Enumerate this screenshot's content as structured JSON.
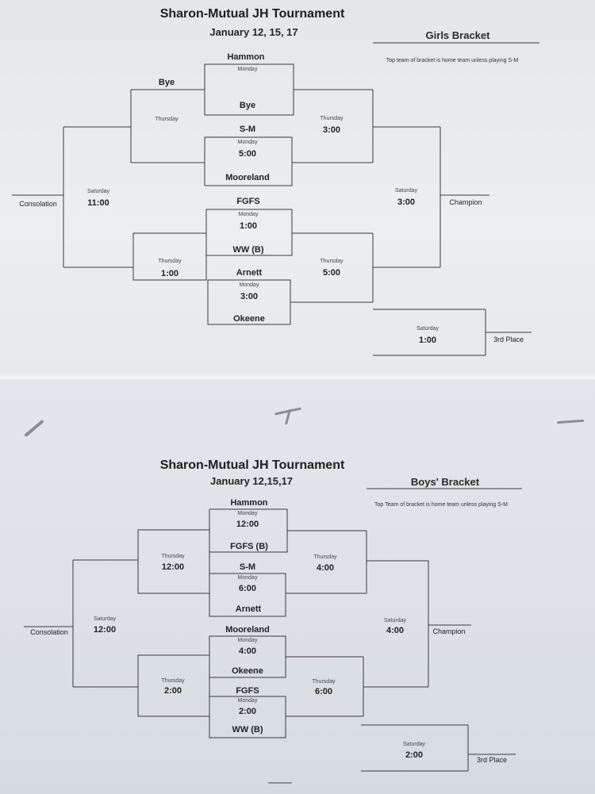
{
  "girls": {
    "title": "Sharon-Mutual JH Tournament",
    "dates": "January 12, 15, 17",
    "bracket_name": "Girls Bracket",
    "note": "Top team of bracket is home team unless playing S-M",
    "teams": [
      "Hammon",
      "Bye",
      "Bye",
      "S-M",
      "Mooreland",
      "FGFS",
      "WW (B)",
      "Arnett",
      "Okeene"
    ],
    "monday": [
      {
        "day": "Monday",
        "time": ""
      },
      {
        "day": "Monday",
        "time": "5:00"
      },
      {
        "day": "Monday",
        "time": "1:00"
      },
      {
        "day": "Monday",
        "time": "3:00"
      }
    ],
    "thursday_consolation": [
      {
        "day": "Thursday",
        "time": ""
      },
      {
        "day": "Thursday",
        "time": "1:00"
      }
    ],
    "thursday_winners": [
      {
        "day": "Thursday",
        "time": "3:00"
      },
      {
        "day": "Thursday",
        "time": "5:00"
      }
    ],
    "saturday_consolation": {
      "day": "Saturday",
      "time": "11:00"
    },
    "saturday_champion": {
      "day": "Saturday",
      "time": "3:00"
    },
    "saturday_third": {
      "day": "Saturday",
      "time": "1:00"
    },
    "consolation_label": "Consolation",
    "champion_label": "Champion",
    "third_label": "3rd Place"
  },
  "boys": {
    "title": "Sharon-Mutual JH Tournament",
    "dates": "January 12,15,17",
    "bracket_name": "Boys' Bracket",
    "note": "Top Team of bracket is home team unless playing S-M",
    "teams": [
      "Hammon",
      "FGFS (B)",
      "S-M",
      "Arnett",
      "Mooreland",
      "Okeene",
      "FGFS",
      "WW (B)"
    ],
    "monday": [
      {
        "day": "Monday",
        "time": "12:00"
      },
      {
        "day": "Monday",
        "time": "6:00"
      },
      {
        "day": "Monday",
        "time": "4:00"
      },
      {
        "day": "Monday",
        "time": "2:00"
      }
    ],
    "thursday_consolation": [
      {
        "day": "Thursday",
        "time": "12:00"
      },
      {
        "day": "Thursday",
        "time": "2:00"
      }
    ],
    "thursday_winners": [
      {
        "day": "Thursday",
        "time": "4:00"
      },
      {
        "day": "Thursday",
        "time": "6:00"
      }
    ],
    "saturday_consolation": {
      "day": "Saturday",
      "time": "12:00"
    },
    "saturday_champion": {
      "day": "Saturday",
      "time": "4:00"
    },
    "saturday_third": {
      "day": "Saturday",
      "time": "2:00"
    },
    "consolation_label": "Consolation",
    "champion_label": "Champion",
    "third_label": "3rd Place"
  }
}
